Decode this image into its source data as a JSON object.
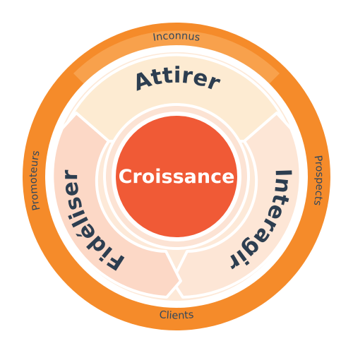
{
  "center": {
    "label": "Croissance"
  },
  "stages": [
    {
      "id": "attirer",
      "label": "Attirer"
    },
    {
      "id": "interagir",
      "label": "Interagir"
    },
    {
      "id": "fideliser",
      "label": "Fidéliser"
    }
  ],
  "audiences": [
    {
      "id": "inconnus",
      "label": "Inconnus"
    },
    {
      "id": "prospects",
      "label": "Prospects"
    },
    {
      "id": "clients",
      "label": "Clients"
    },
    {
      "id": "promoteurs",
      "label": "Promoteurs"
    }
  ],
  "colors": {
    "outer_ring": "#f58b2a",
    "outer_ring_light": "#f8a14c",
    "inner_band": "#fde9d8",
    "segment_attirer": "#fdebd2",
    "segment_interagir": "#fde6d6",
    "segment_fideliser": "#fcd8c6",
    "segment_gap": "#ffffff",
    "center_circle": "#f05a36",
    "center_ring": "#fce3d4",
    "stage_text": "#2d3e50",
    "audience_text": "#33475b"
  }
}
